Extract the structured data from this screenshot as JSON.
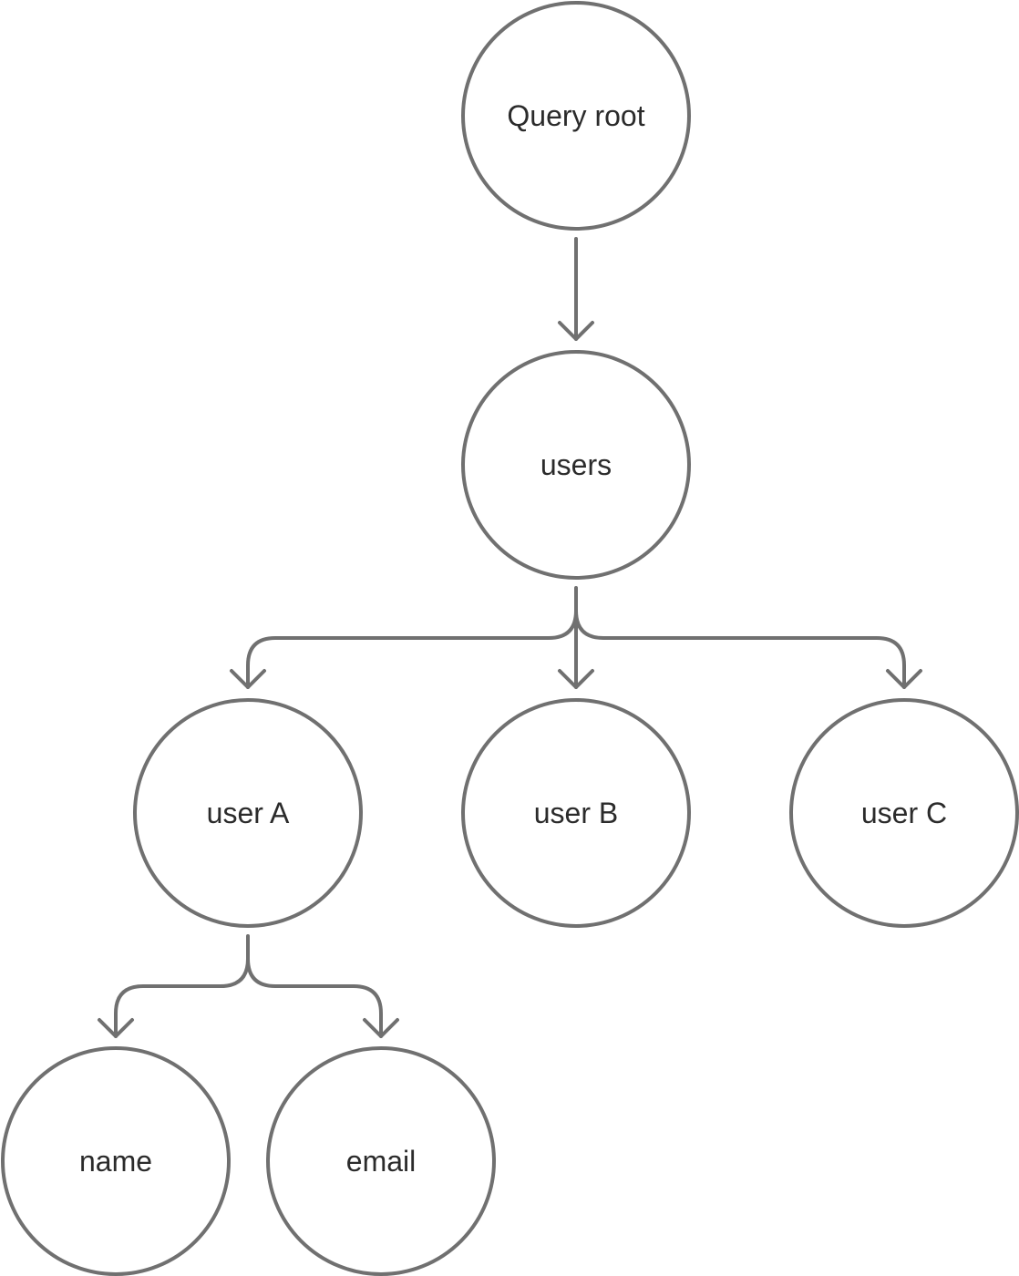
{
  "diagram": {
    "nodes": {
      "query_root": "Query root",
      "users": "users",
      "user_a": "user A",
      "user_b": "user B",
      "user_c": "user C",
      "name": "name",
      "email": "email"
    }
  }
}
